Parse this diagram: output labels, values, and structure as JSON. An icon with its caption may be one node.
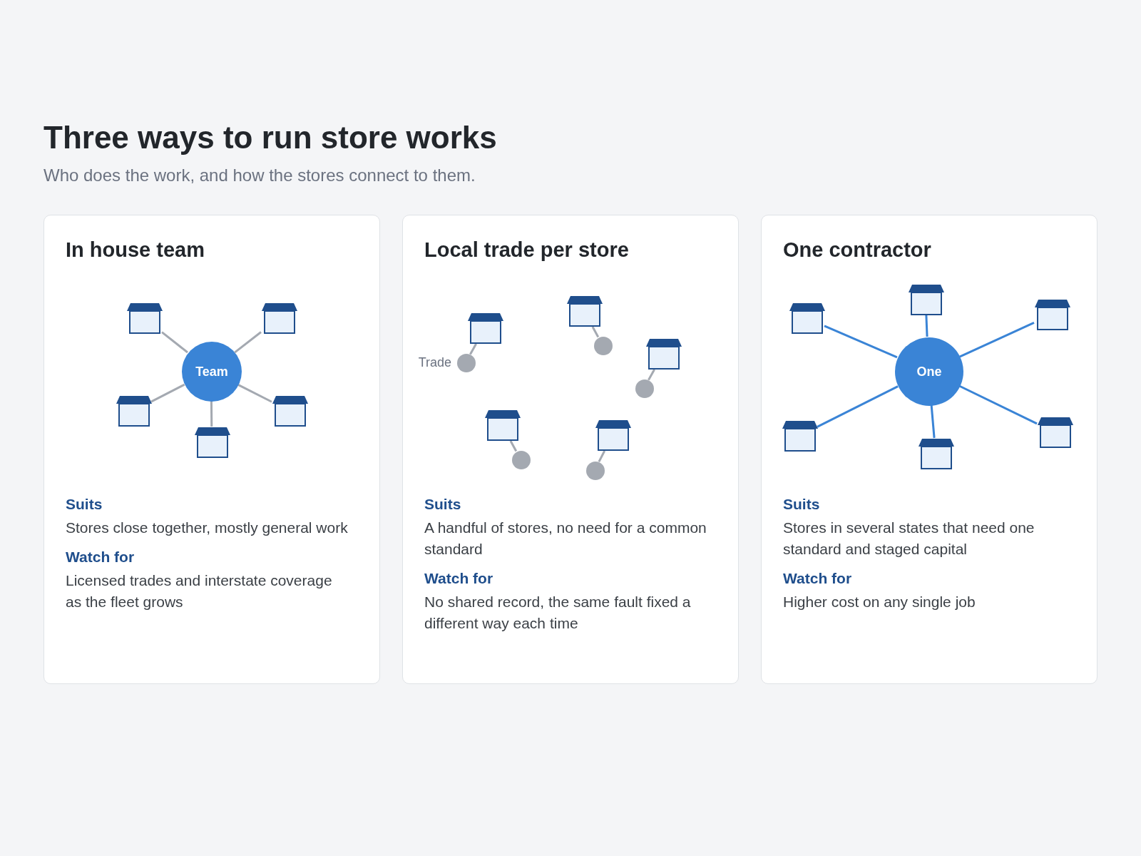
{
  "diagram": {
    "title": "Three ways to run store works",
    "caption": "Who does the work, and how the stores connect to them.",
    "nodes": [
      {
        "text": [
          "In house team",
          "Suits",
          "Stores close together, mostly general work",
          "Watch for",
          "Licensed trades and interstate coverage as the fleet grows"
        ]
      },
      {
        "text": [
          "Team"
        ],
        "in": 0
      },
      {
        "text": [],
        "shape": "house",
        "in": 0
      },
      {
        "text": [],
        "shape": "house",
        "in": 0
      },
      {
        "text": [],
        "shape": "house",
        "in": 0
      },
      {
        "text": [],
        "shape": "house",
        "in": 0
      },
      {
        "text": [],
        "shape": "house",
        "in": 0
      },
      {
        "text": [
          "Local trade per store",
          "Suits",
          "A handful of stores, no need for a common standard",
          "Watch for",
          "No shared record, the same fault fixed a different way each time"
        ]
      },
      {
        "text": [],
        "shape": "house",
        "in": 7
      },
      {
        "text": [],
        "shape": "house",
        "in": 7
      },
      {
        "text": [],
        "shape": "house",
        "in": 7
      },
      {
        "text": [],
        "shape": "house",
        "in": 7
      },
      {
        "text": [],
        "shape": "house",
        "in": 7
      },
      {
        "text": [],
        "shape": "circle",
        "in": 7,
        "beside": [
          "Trade"
        ]
      },
      {
        "text": [],
        "shape": "circle",
        "in": 7
      },
      {
        "text": [],
        "shape": "circle",
        "in": 7
      },
      {
        "text": [],
        "shape": "circle",
        "in": 7
      },
      {
        "text": [],
        "shape": "circle",
        "in": 7
      },
      {
        "text": [
          "One contractor",
          "Suits",
          "Stores in several states that need one standard and staged capital",
          "Watch for",
          "Higher cost on any single job"
        ]
      },
      {
        "text": [
          "One"
        ],
        "in": 18
      },
      {
        "text": [],
        "shape": "house",
        "in": 18
      },
      {
        "text": [],
        "shape": "house",
        "in": 18
      },
      {
        "text": [],
        "shape": "house",
        "in": 18
      },
      {
        "text": [],
        "shape": "house",
        "in": 18
      },
      {
        "text": [],
        "shape": "house",
        "in": 18
      },
      {
        "text": [],
        "shape": "house",
        "in": 18
      }
    ],
    "edges": [
      {
        "from": 1,
        "to": 2,
        "arrow": "none"
      },
      {
        "from": 1,
        "to": 3,
        "arrow": "none"
      },
      {
        "from": 1,
        "to": 4,
        "arrow": "none"
      },
      {
        "from": 1,
        "to": 5,
        "arrow": "none"
      },
      {
        "from": 1,
        "to": 6,
        "arrow": "none"
      },
      {
        "from": 8,
        "to": 13,
        "arrow": "none"
      },
      {
        "from": 9,
        "to": 14,
        "arrow": "none"
      },
      {
        "from": 10,
        "to": 15,
        "arrow": "none"
      },
      {
        "from": 11,
        "to": 16,
        "arrow": "none"
      },
      {
        "from": 12,
        "to": 17,
        "arrow": "none"
      },
      {
        "from": 19,
        "to": 20,
        "arrow": "none",
        "color": "#3a84d6"
      },
      {
        "from": 19,
        "to": 21,
        "arrow": "none",
        "color": "#3a84d6"
      },
      {
        "from": 19,
        "to": 22,
        "arrow": "none",
        "color": "#3a84d6"
      },
      {
        "from": 19,
        "to": 23,
        "arrow": "none",
        "color": "#3a84d6"
      },
      {
        "from": 19,
        "to": 24,
        "arrow": "none",
        "color": "#3a84d6"
      },
      {
        "from": 19,
        "to": 25,
        "arrow": "none",
        "color": "#3a84d6"
      }
    ]
  }
}
